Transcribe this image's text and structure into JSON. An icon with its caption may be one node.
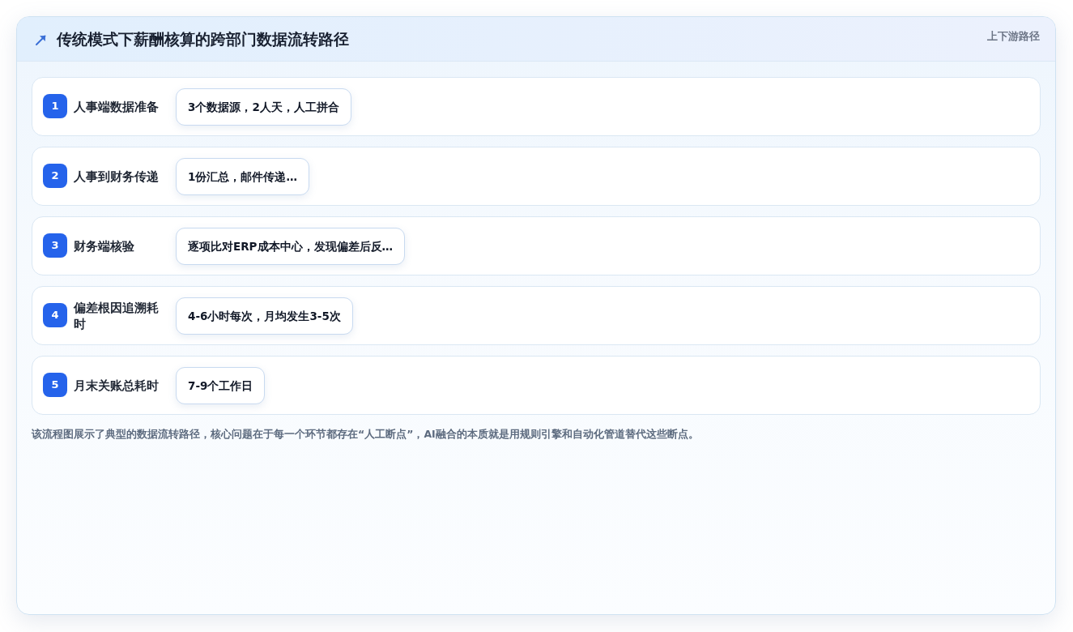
{
  "diagram": {
    "title": "传统模式下薪酬核算的跨部门数据流转路径",
    "nodes": [
      {
        "text": [
          "人事端数据准备"
        ]
      },
      {
        "text": [
          "1"
        ],
        "in": 0
      },
      {
        "text": [
          "3个数据源，2人天，人工拼合"
        ],
        "in": 0
      },
      {
        "text": [
          "人事到财务传递"
        ]
      },
      {
        "text": [
          "2"
        ],
        "in": 3
      },
      {
        "text": [
          "1份汇总，邮件传递…"
        ],
        "in": 3
      },
      {
        "text": [
          "财务端核验"
        ]
      },
      {
        "text": [
          "3"
        ],
        "in": 6
      },
      {
        "text": [
          "逐项比对ERP成本中心，发现偏差后反…"
        ],
        "in": 6
      },
      {
        "text": [
          "偏差根因追溯耗时"
        ]
      },
      {
        "text": [
          "4"
        ],
        "in": 9
      },
      {
        "text": [
          "4-6小时每次，月均发生3-5次"
        ],
        "in": 9
      },
      {
        "text": [
          "月末关账总耗时"
        ]
      },
      {
        "text": [
          "5"
        ],
        "in": 12
      },
      {
        "text": [
          "7-9个工作日"
        ],
        "in": 12
      }
    ],
    "labels": [
      "上下游路径"
    ],
    "caption": "该流程图展示了典型的数据流转路径，核心问题在于每一个环节都存在“人工断点”，AI融合的本质就是用规则引擎和自动化管道替代这些断点。"
  }
}
